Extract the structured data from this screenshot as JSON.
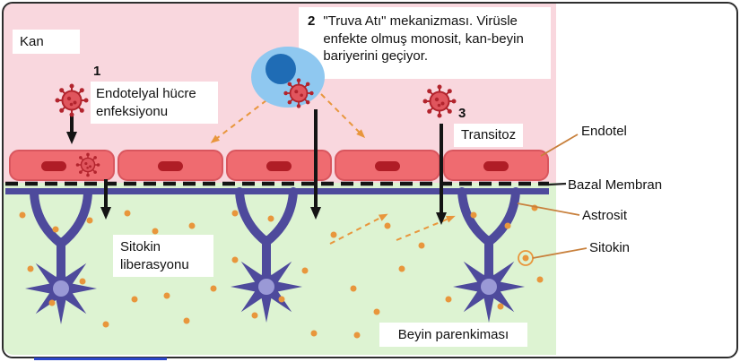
{
  "labels": {
    "kan": "Kan",
    "step1_number": "1",
    "step1_text": "Endotelyal hücre\nenfeksiyonu",
    "step2_number": "2",
    "step2_text": "\"Truva Atı\" mekanizması. Virüsle\nenfekte olmuş monosit, kan-beyin\nbariyerini geçiyor.",
    "step3_number": "3",
    "step3_text": "Transitoz",
    "sitokin_liberasyonu": "Sitokin\nliberasyonu",
    "beyin_parenkimasi": "Beyin parenkiması",
    "endotel": "Endotel",
    "bazal_membran": "Bazal Membran",
    "astrosit": "Astrosit",
    "sitokin": "Sitokin"
  },
  "colors": {
    "blood_background": "#f9d7de",
    "brain_background": "#ddf3d2",
    "endothel_cell": "#ef6b70",
    "endothel_nucleus": "#b01d26",
    "basal_membrane": "#141414",
    "astrocyte": "#4e4a9c",
    "astrocyte_nucleus": "#9a99d6",
    "cytokine_dot": "#e8963c",
    "virus_body": "#e0555d",
    "virus_detail": "#b2242d",
    "monocyte_body": "#8fc8f0",
    "monocyte_nucleus": "#1f6cb5",
    "leader_line": "#c8803c"
  }
}
